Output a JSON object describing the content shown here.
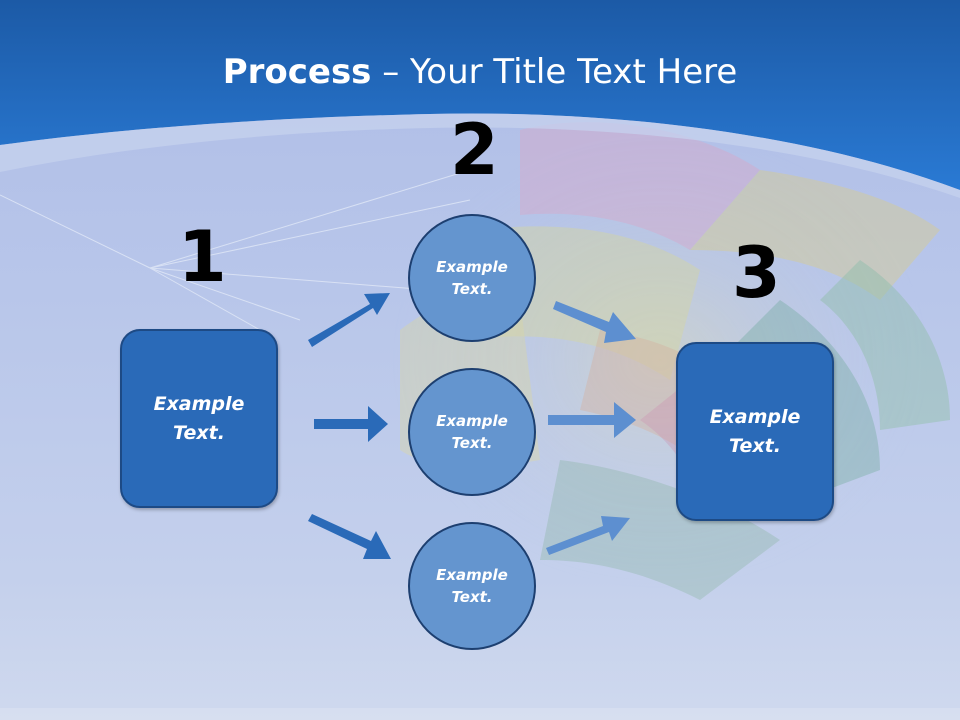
{
  "slide": {
    "title_bold": "Process",
    "title_rest": " – Your Title Text Here"
  },
  "steps": {
    "one": {
      "number": "1",
      "line1": "Example",
      "line2": "Text."
    },
    "two": {
      "number": "2"
    },
    "three": {
      "number": "3",
      "line1": "Example",
      "line2": "Text."
    }
  },
  "circles": [
    {
      "line1": "Example",
      "line2": "Text."
    },
    {
      "line1": "Example",
      "line2": "Text."
    },
    {
      "line1": "Example",
      "line2": "Text."
    }
  ],
  "colors": {
    "header_blue": "#1f68bf",
    "box_blue": "#2a6ab8",
    "circle_blue": "#6495cf",
    "arrow_dark": "#2a6ab8",
    "arrow_light": "#5d8fd0"
  }
}
